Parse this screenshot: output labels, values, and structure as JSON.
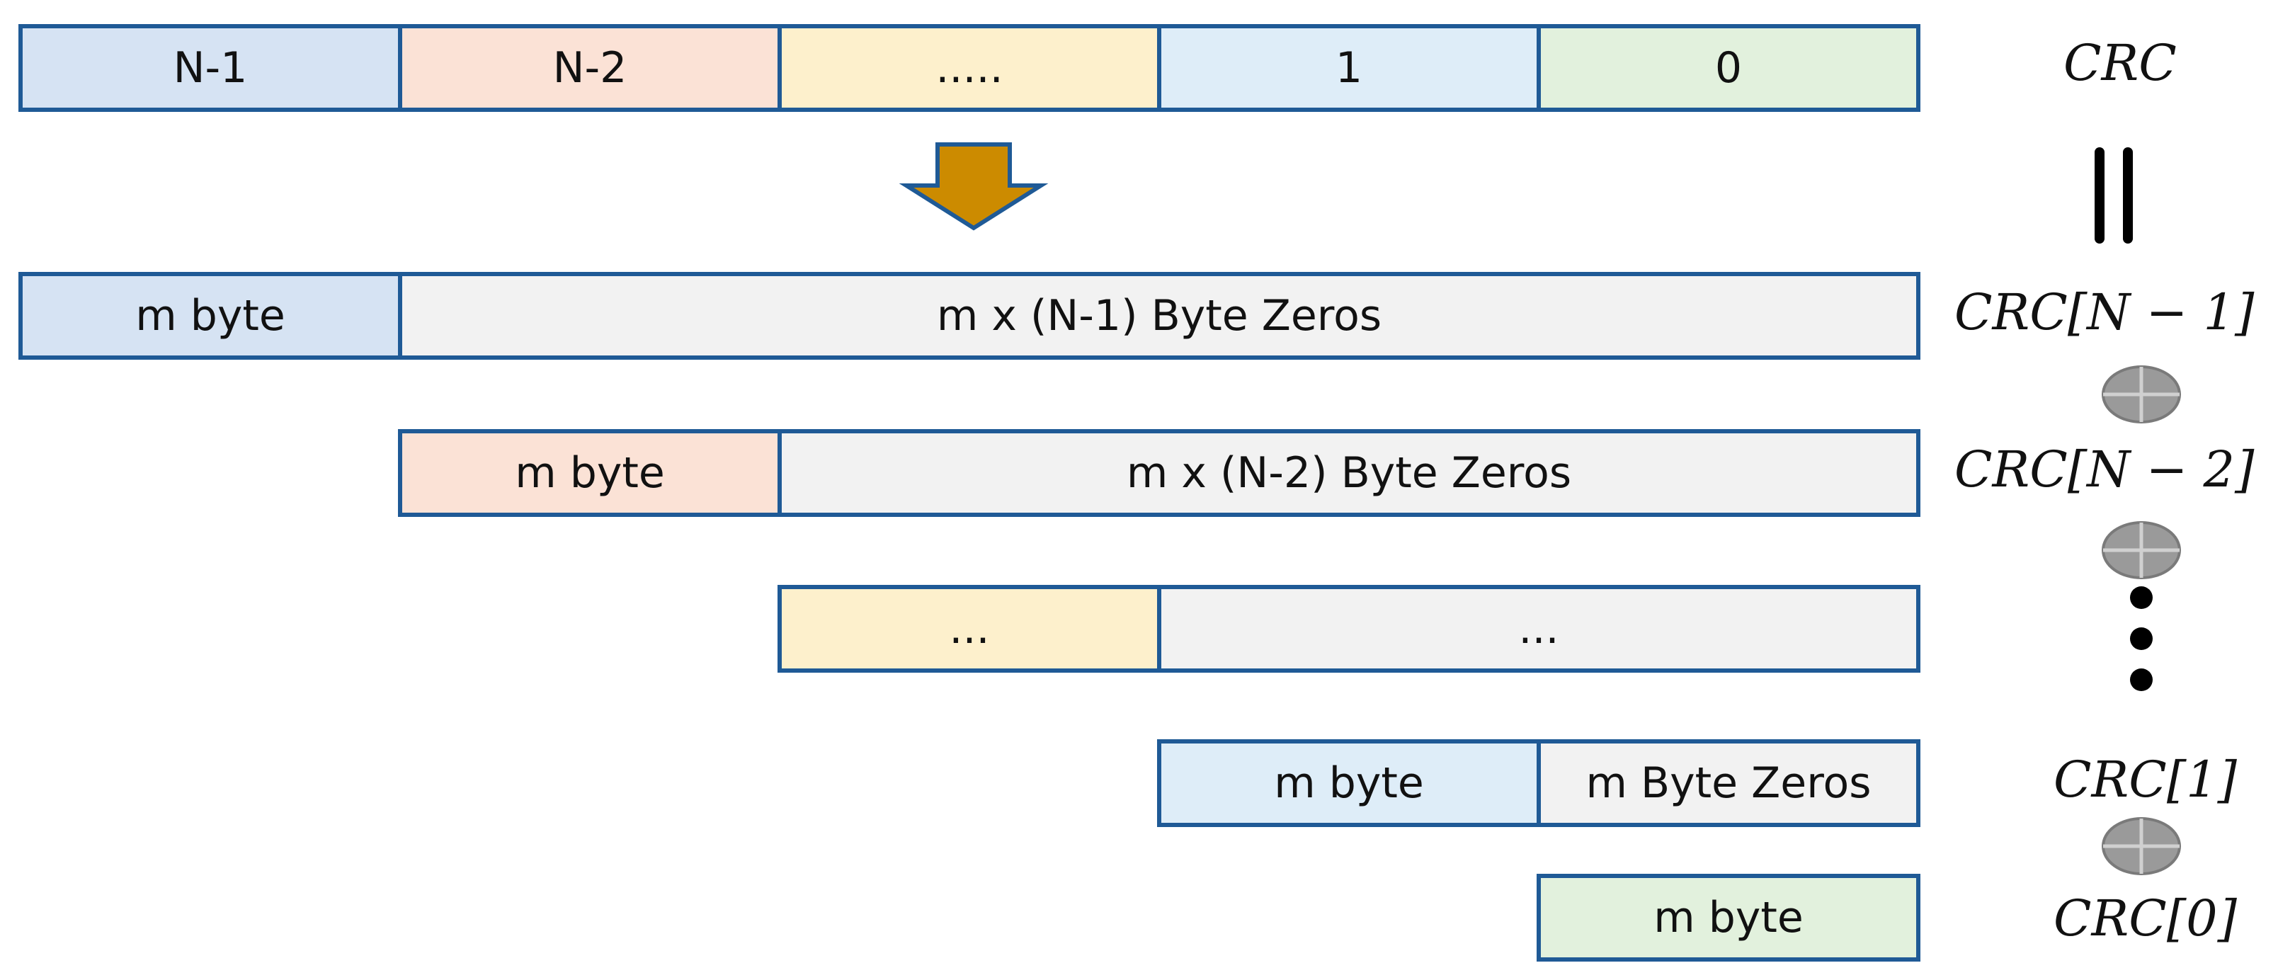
{
  "colors": {
    "border": "#1f5a96",
    "blue": "#d6e3f3",
    "peach": "#fbe2d6",
    "yellow": "#fdf0cc",
    "lightblue": "#deedf8",
    "green": "#e2f1dd",
    "gray": "#f2f2f2",
    "arrow_fill": "#cc8b00",
    "xor_fill": "#9a9a9a"
  },
  "top_row": {
    "cells": [
      "N-1",
      "N-2",
      ".....",
      "1",
      "0"
    ]
  },
  "rows": {
    "r1": {
      "data": "m byte",
      "zeros": "m x (N-1) Byte Zeros"
    },
    "r2": {
      "data": "m byte",
      "zeros": "m x (N-2) Byte Zeros"
    },
    "r3": {
      "data": "...",
      "zeros": "..."
    },
    "r4": {
      "data": "m byte",
      "zeros": "m Byte Zeros"
    },
    "r5": {
      "data": "m byte"
    }
  },
  "crc_labels": {
    "top": "CRC",
    "r1": "CRC[N − 1]",
    "r2": "CRC[N − 2]",
    "r4": "CRC[1]",
    "r5": "CRC[0]"
  },
  "icons": {
    "down_arrow": "down-arrow-icon",
    "equals": "equals-icon",
    "xor": "xor-icon",
    "ellipsis": "vertical-ellipsis-icon"
  }
}
